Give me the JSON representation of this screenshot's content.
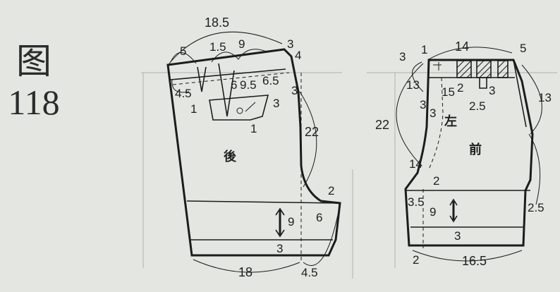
{
  "figure": {
    "label": "图",
    "number": "118"
  },
  "back_piece": {
    "name": "後",
    "dims": {
      "top_width": "18.5",
      "waist_edge": "5",
      "pocket_pos": "1.5",
      "dart_pos": "9",
      "side_top_a": "3",
      "side_top_b": "4",
      "yoke_left": "4.5",
      "dart_width": "6",
      "pocket_width": "9.5",
      "pocket_right": "6.5",
      "side_3": "3",
      "pocket_depth": "3",
      "flap_left": "1",
      "flap_bottom": "1",
      "rise": "22",
      "crotch": "2",
      "hem_ext": "6",
      "hem_height": "9",
      "cuff": "3",
      "bottom_width": "18",
      "bottom_ext": "4.5"
    }
  },
  "front_piece": {
    "name": "前",
    "side_note": "左",
    "dims": {
      "fly_top": "3",
      "fly_top2": "1",
      "top_width": "14",
      "side_top": "5",
      "fly_13": "13",
      "fly_15": "15",
      "pleat_2": "2",
      "pleat_3": "3",
      "pleat_25": "2.5",
      "pleat_3b": "3",
      "side_13": "13",
      "rise": "22",
      "fly_3": "3",
      "crotch_14": "14",
      "crotch_2": "2",
      "hem_35": "3.5",
      "hem_9": "9",
      "cuff_3": "3",
      "side_25": "2.5",
      "bottom_left": "2",
      "bottom_width": "16.5"
    }
  }
}
